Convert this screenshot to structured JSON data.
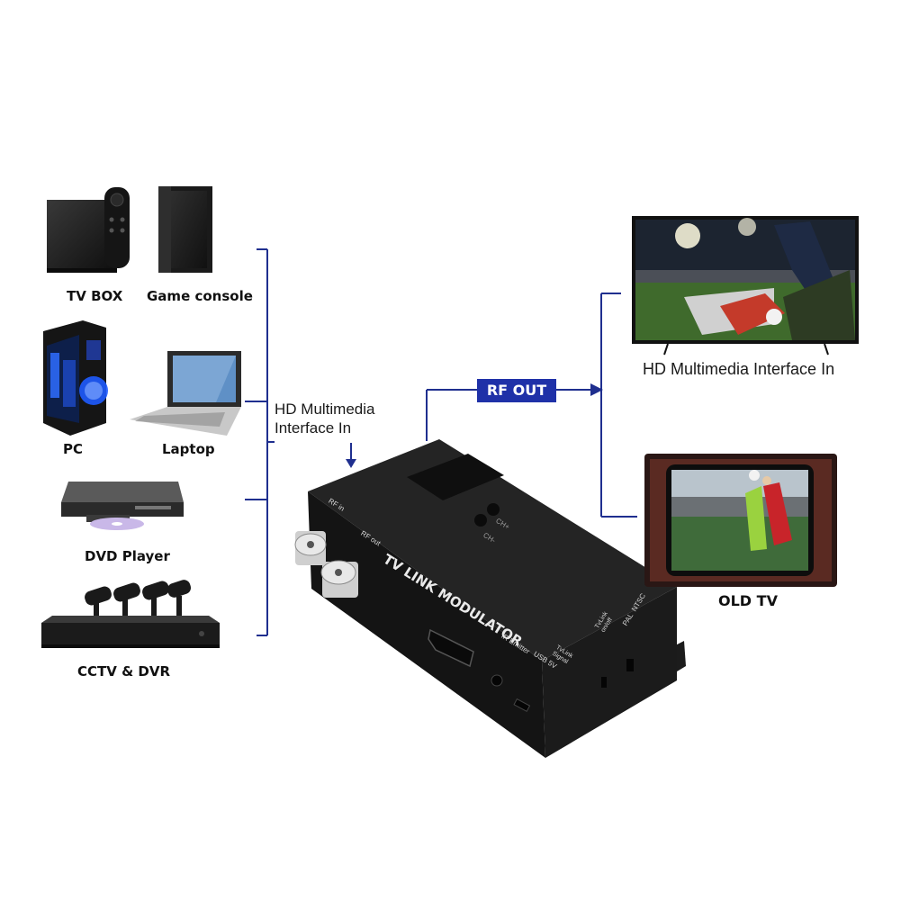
{
  "sources": [
    {
      "name": "TV BOX"
    },
    {
      "name": "Game console"
    },
    {
      "name": "PC"
    },
    {
      "name": "Laptop"
    },
    {
      "name": "DVD Player"
    },
    {
      "name": "CCTV & DVR"
    }
  ],
  "input_label": {
    "line1": "HD Multimedia",
    "line2": "Interface In"
  },
  "device": {
    "title": "TV LINK MODULATOR",
    "ports": {
      "rf_in": "RF in",
      "rf_out": "RF out",
      "ir_emitter": "IR Emitter",
      "usb": "USB 5V",
      "signal": "TvLink\nSignal",
      "onoff": "TvLink\non/off",
      "std": "PAL  NTSC"
    },
    "buttons": {
      "ch_up": "CH+",
      "ch_down": "CH-"
    }
  },
  "rf_out_label": "RF OUT",
  "outputs": [
    {
      "caption": "HD Multimedia Interface In"
    },
    {
      "caption": "OLD TV"
    }
  ],
  "colors": {
    "connector": "#1f2f8f",
    "badge": "#1f31a8"
  }
}
